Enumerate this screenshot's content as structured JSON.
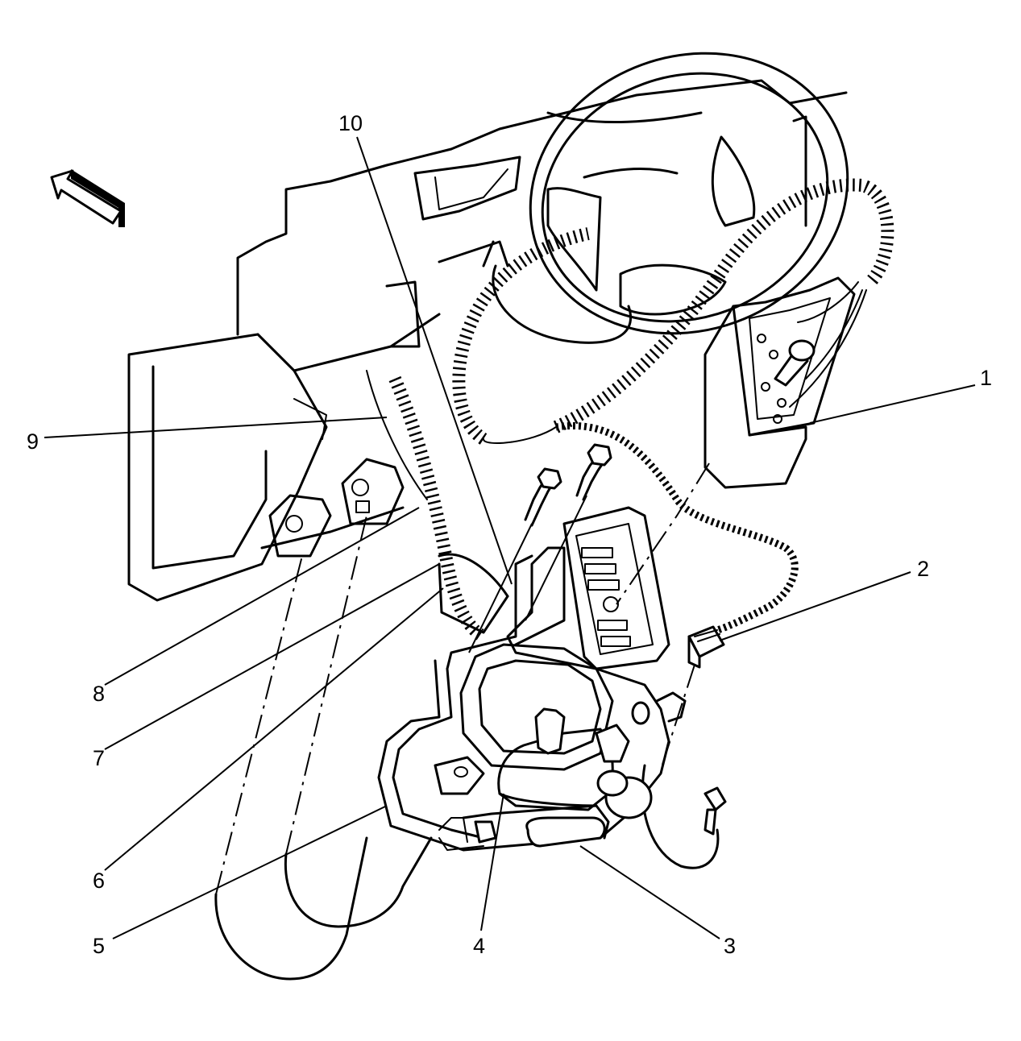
{
  "callouts": [
    {
      "id": "1",
      "label": "1"
    },
    {
      "id": "2",
      "label": "2"
    },
    {
      "id": "3",
      "label": "3"
    },
    {
      "id": "4",
      "label": "4"
    },
    {
      "id": "5",
      "label": "5"
    },
    {
      "id": "6",
      "label": "6"
    },
    {
      "id": "7",
      "label": "7"
    },
    {
      "id": "8",
      "label": "8"
    },
    {
      "id": "9",
      "label": "9"
    },
    {
      "id": "10",
      "label": "10"
    }
  ],
  "colors": {
    "ink": "#000000",
    "paper": "#ffffff"
  },
  "icons": {
    "direction": "forward-arrow-icon"
  }
}
